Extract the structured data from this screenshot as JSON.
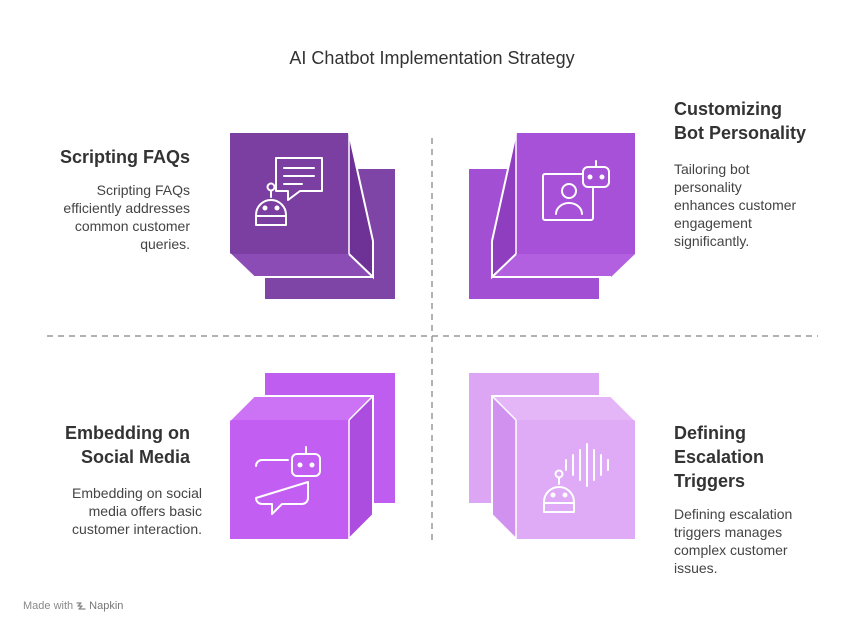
{
  "title": "AI Chatbot Implementation Strategy",
  "quadrants": [
    {
      "heading": [
        "Scripting FAQs"
      ],
      "description": [
        "Scripting FAQs",
        "efficiently addresses",
        "common customer",
        "queries."
      ],
      "color": "#7b3fa1",
      "icon": "chatbot-faq-icon"
    },
    {
      "heading": [
        "Customizing",
        "Bot Personality"
      ],
      "description": [
        "Tailoring bot",
        "personality",
        "enhances customer",
        "engagement",
        "significantly."
      ],
      "color": "#a24fd4",
      "icon": "bot-profile-icon"
    },
    {
      "heading": [
        "Embedding on",
        "Social Media"
      ],
      "description": [
        "Embedding on social",
        "media offers basic",
        "customer interaction."
      ],
      "color": "#bf5df0",
      "icon": "chat-bubble-bot-icon"
    },
    {
      "heading": [
        "Defining",
        "Escalation",
        "Triggers"
      ],
      "description": [
        "Defining escalation",
        "triggers manages",
        "complex customer",
        "issues."
      ],
      "color": "#dca6f5",
      "icon": "voice-bot-icon"
    }
  ],
  "footer": {
    "prefix": "Made with",
    "brand": "Napkin"
  }
}
